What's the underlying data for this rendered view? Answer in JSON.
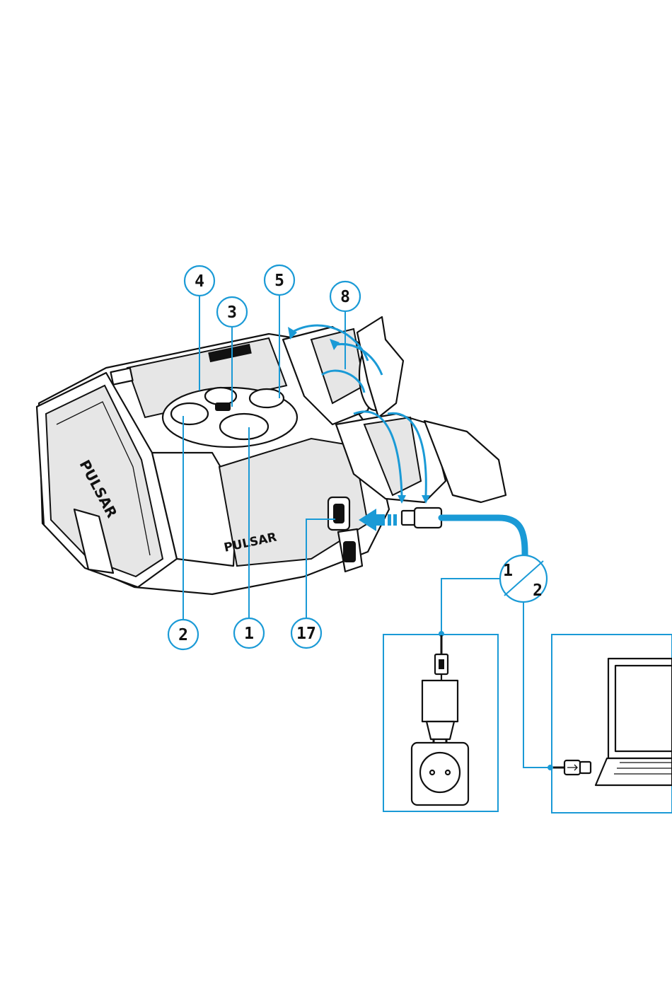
{
  "callouts": {
    "c1": "1",
    "c2": "2",
    "c3": "3",
    "c4": "4",
    "c5": "5",
    "c8": "8",
    "c17": "17"
  },
  "option_split": {
    "top": "1",
    "bottom": "2"
  },
  "brand": {
    "top_logo": "PULSAR",
    "side_logo": "PULSAR"
  },
  "colors": {
    "accent": "#1a9ad6",
    "line": "#111111"
  },
  "icons": {
    "device": "thermal-binocular-icon",
    "charger": "wall-charger-icon",
    "socket": "power-socket-icon",
    "laptop": "laptop-icon",
    "usb": "usb-symbol-icon"
  }
}
